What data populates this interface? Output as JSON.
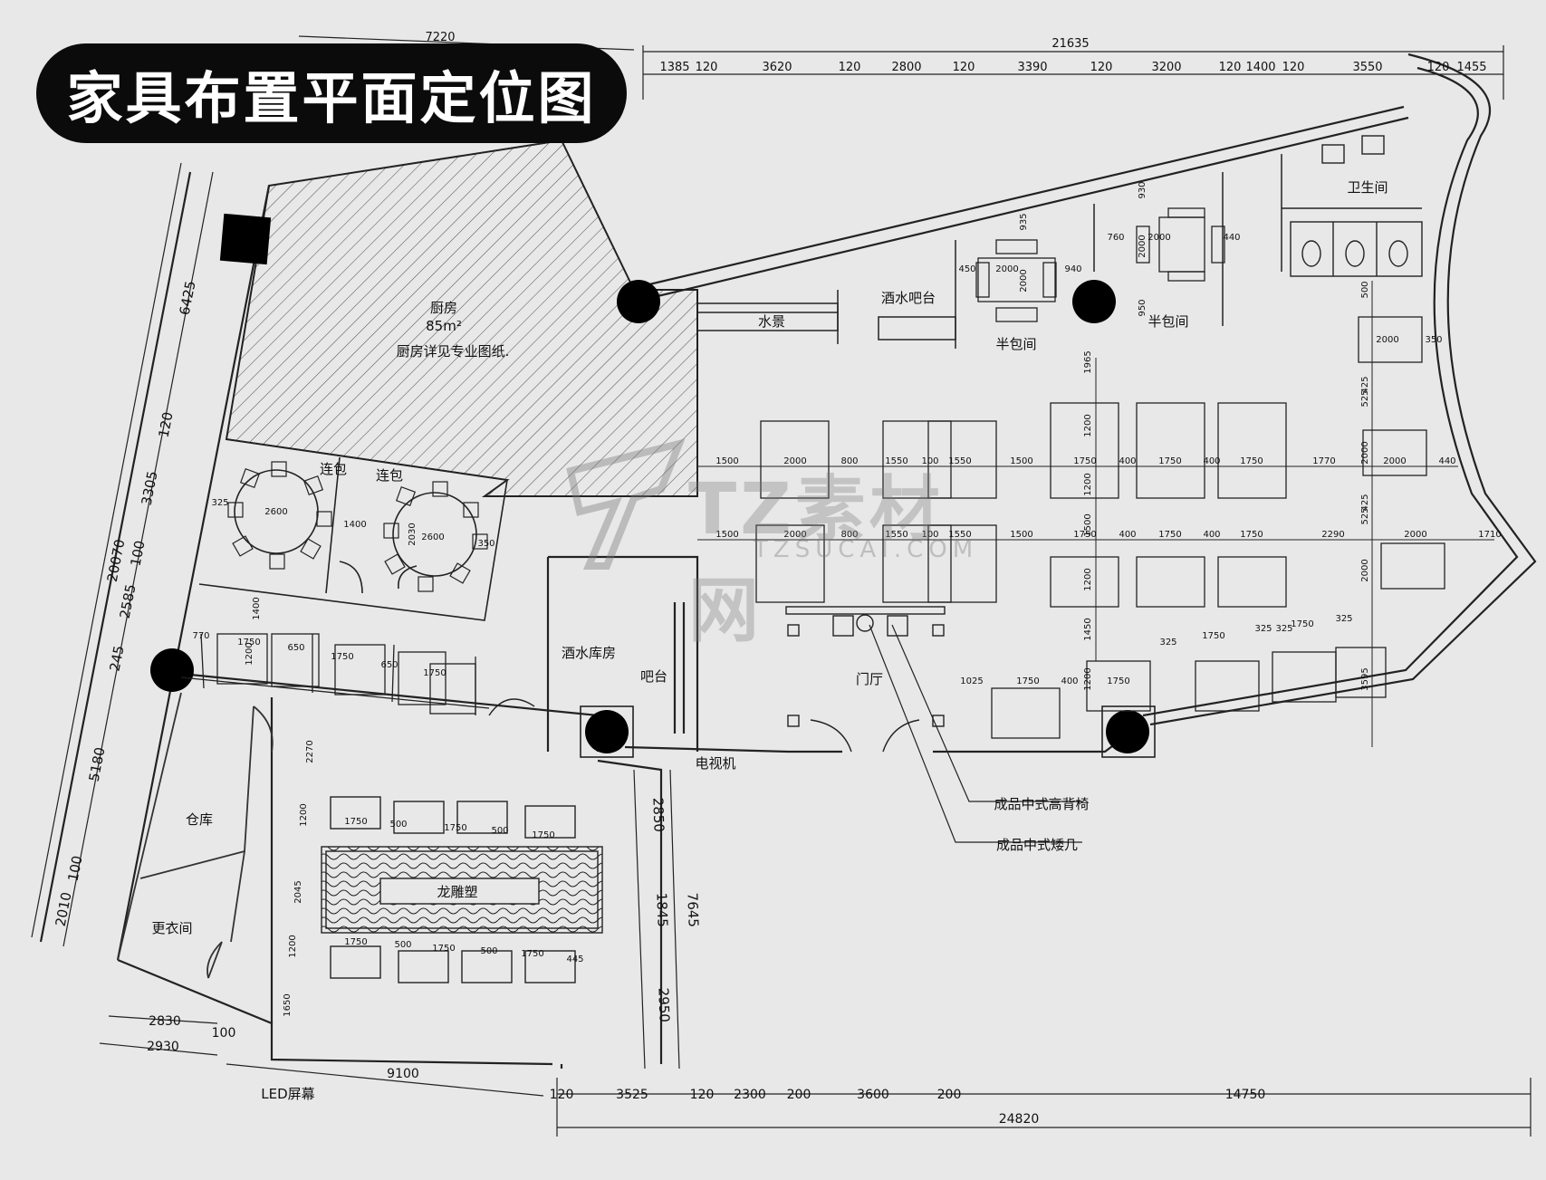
{
  "title": "家具布置平面定位图",
  "watermark": {
    "main": "TZ素材网",
    "sub": "TZSUCAI.COM"
  },
  "rooms": {
    "kitchen": "厨房",
    "kitchen_area": "85m²",
    "kitchen_note": "厨房详见专业图纸.",
    "linked_private_1": "连包",
    "linked_private_2": "连包",
    "bar_lounge": "酒水吧台",
    "water_feature": "水景",
    "semi_private_1": "半包间",
    "semi_private_2": "半包间",
    "restroom": "卫生间",
    "wine_storage": "酒水库房",
    "bar": "吧台",
    "tv": "电视机",
    "lobby": "门厅",
    "warehouse": "仓库",
    "locker_room": "更衣间",
    "dragon": "龙雕塑",
    "led": "LED屏幕"
  },
  "callouts": {
    "chair": "成品中式高背椅",
    "table": "成品中式矮几"
  },
  "top_dims": {
    "total": "21635",
    "overhang": "7220",
    "segments": [
      "1385",
      "120",
      "3620",
      "120",
      "2800",
      "120",
      "3390",
      "120",
      "3200",
      "120",
      "1400",
      "120",
      "3550",
      "120",
      "1455"
    ]
  },
  "bottom_dims": {
    "total": "24820",
    "segments": [
      "120",
      "3525",
      "120",
      "2300",
      "200",
      "3600",
      "200",
      "14750"
    ],
    "left_a": "2830",
    "left_b": "2930",
    "left_gap": "100",
    "wall": "9100"
  },
  "left_dims": {
    "total": "20070",
    "segments": [
      "6425",
      "120",
      "3305",
      "100",
      "2585",
      "245",
      "5180",
      "100",
      "2010"
    ]
  },
  "right_dims": {
    "front": "2850",
    "mid": "1845",
    "back": "2950",
    "total": "7645"
  },
  "room_dims": {
    "round_table": "2600",
    "round_gap": "1400",
    "round_side": "325",
    "round_side_r": "350",
    "round_depth": "2030",
    "row": [
      "770",
      "1750",
      "650",
      "1750",
      "650",
      "1750"
    ],
    "row_depth": "1200",
    "row_gap": "1400",
    "semi_a": [
      "450",
      "2000",
      "940"
    ],
    "semi_b": [
      "760",
      "2000",
      "440"
    ],
    "semi_depth": "2000",
    "semi_top": "935",
    "semi_top_b": "930",
    "semi_bot": "950",
    "hall_row1": [
      "1500",
      "2000",
      "800",
      "1550",
      "100",
      "1550",
      "1500",
      "1750",
      "400",
      "1750",
      "400",
      "1750",
      "1770",
      "2000",
      "440"
    ],
    "hall_row2": [
      "1500",
      "2000",
      "800",
      "1550",
      "100",
      "1550",
      "1500",
      "1750",
      "400",
      "1750",
      "400",
      "1750",
      "2290",
      "2000",
      "1710"
    ],
    "hall_v": [
      "1965",
      "1200",
      "1200",
      "1500",
      "1200",
      "1450",
      "1200"
    ],
    "right_col": [
      "500",
      "2000",
      "350",
      "525",
      "425",
      "2000",
      "525",
      "425",
      "2000",
      "3595"
    ],
    "booth": [
      "325",
      "1750",
      "325",
      "325",
      "1750",
      "325"
    ],
    "entry_row": [
      "1025",
      "1750",
      "400",
      "1750"
    ],
    "dragon_top": [
      "1750",
      "500",
      "1750",
      "500",
      "1750"
    ],
    "dragon_bot": [
      "1750",
      "500",
      "1750",
      "500",
      "1750",
      "445"
    ],
    "dragon_v": [
      "2270",
      "1200",
      "2045",
      "1200",
      "1650"
    ]
  }
}
